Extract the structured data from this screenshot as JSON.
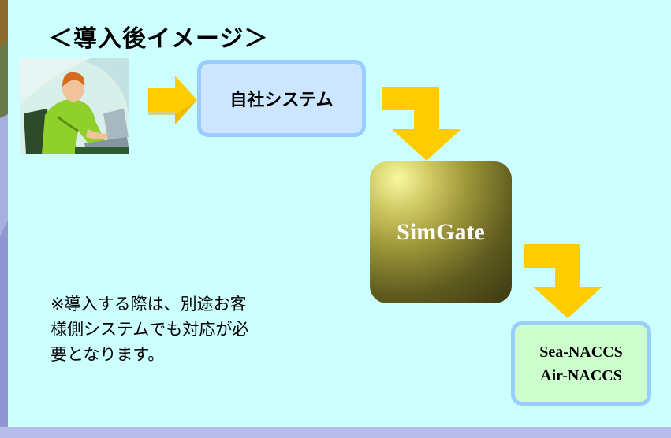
{
  "slide": {
    "title": "＜導入後イメージ＞",
    "person_icon": "person-at-laptop-clipart"
  },
  "flow": {
    "system_label": "自社システム",
    "gateway_label": "SimGate",
    "naccs_lines": [
      "Sea-NACCS",
      "Air-NACCS"
    ],
    "arrow_icon": "flow-arrow"
  },
  "note": {
    "lines": [
      "※導入する際は、別途お客",
      "様側システムでも対応が必",
      "要となります。"
    ]
  },
  "colors": {
    "panel_background": "#ccffff",
    "slide_background": "#a9aee0",
    "arrow_fill": "#ffcc00",
    "box_border": "#99ccff",
    "system_box_fill": "#cce6ff",
    "naccs_box_fill": "#ccffcc",
    "simgate_fill": "#7a7428"
  }
}
